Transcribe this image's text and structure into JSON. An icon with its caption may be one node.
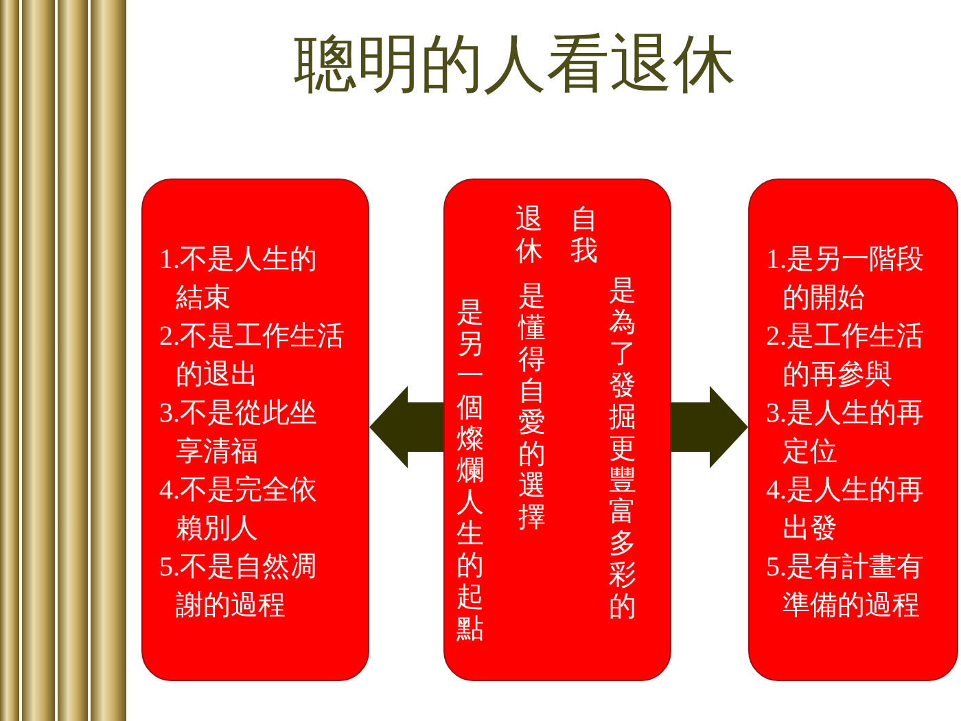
{
  "diagram": {
    "title": "聰明的人看退休",
    "nodes": [
      {
        "text": [
          "1.不是人生的結束",
          "2.不是工作生活的退出",
          "3.不是從此坐享清福",
          "4.不是完全依賴別人",
          "5.不是自然凋謝的過程"
        ]
      },
      {
        "text": [
          "是為了發掘更豐富多彩的",
          "自我",
          "退休",
          "是懂得自愛的選擇",
          "是另一個燦爛人生的起點"
        ]
      },
      {
        "text": [
          "1.是另一階段的開始",
          "2.是工作生活的再參與",
          "3.是人生的再定位",
          "4.是人生的再出發",
          "5.是有計畫有準備的過程"
        ]
      }
    ],
    "edges": [
      {
        "from": 1,
        "to": 0,
        "arrow": "to"
      },
      {
        "from": 1,
        "to": 2,
        "arrow": "to"
      }
    ]
  }
}
